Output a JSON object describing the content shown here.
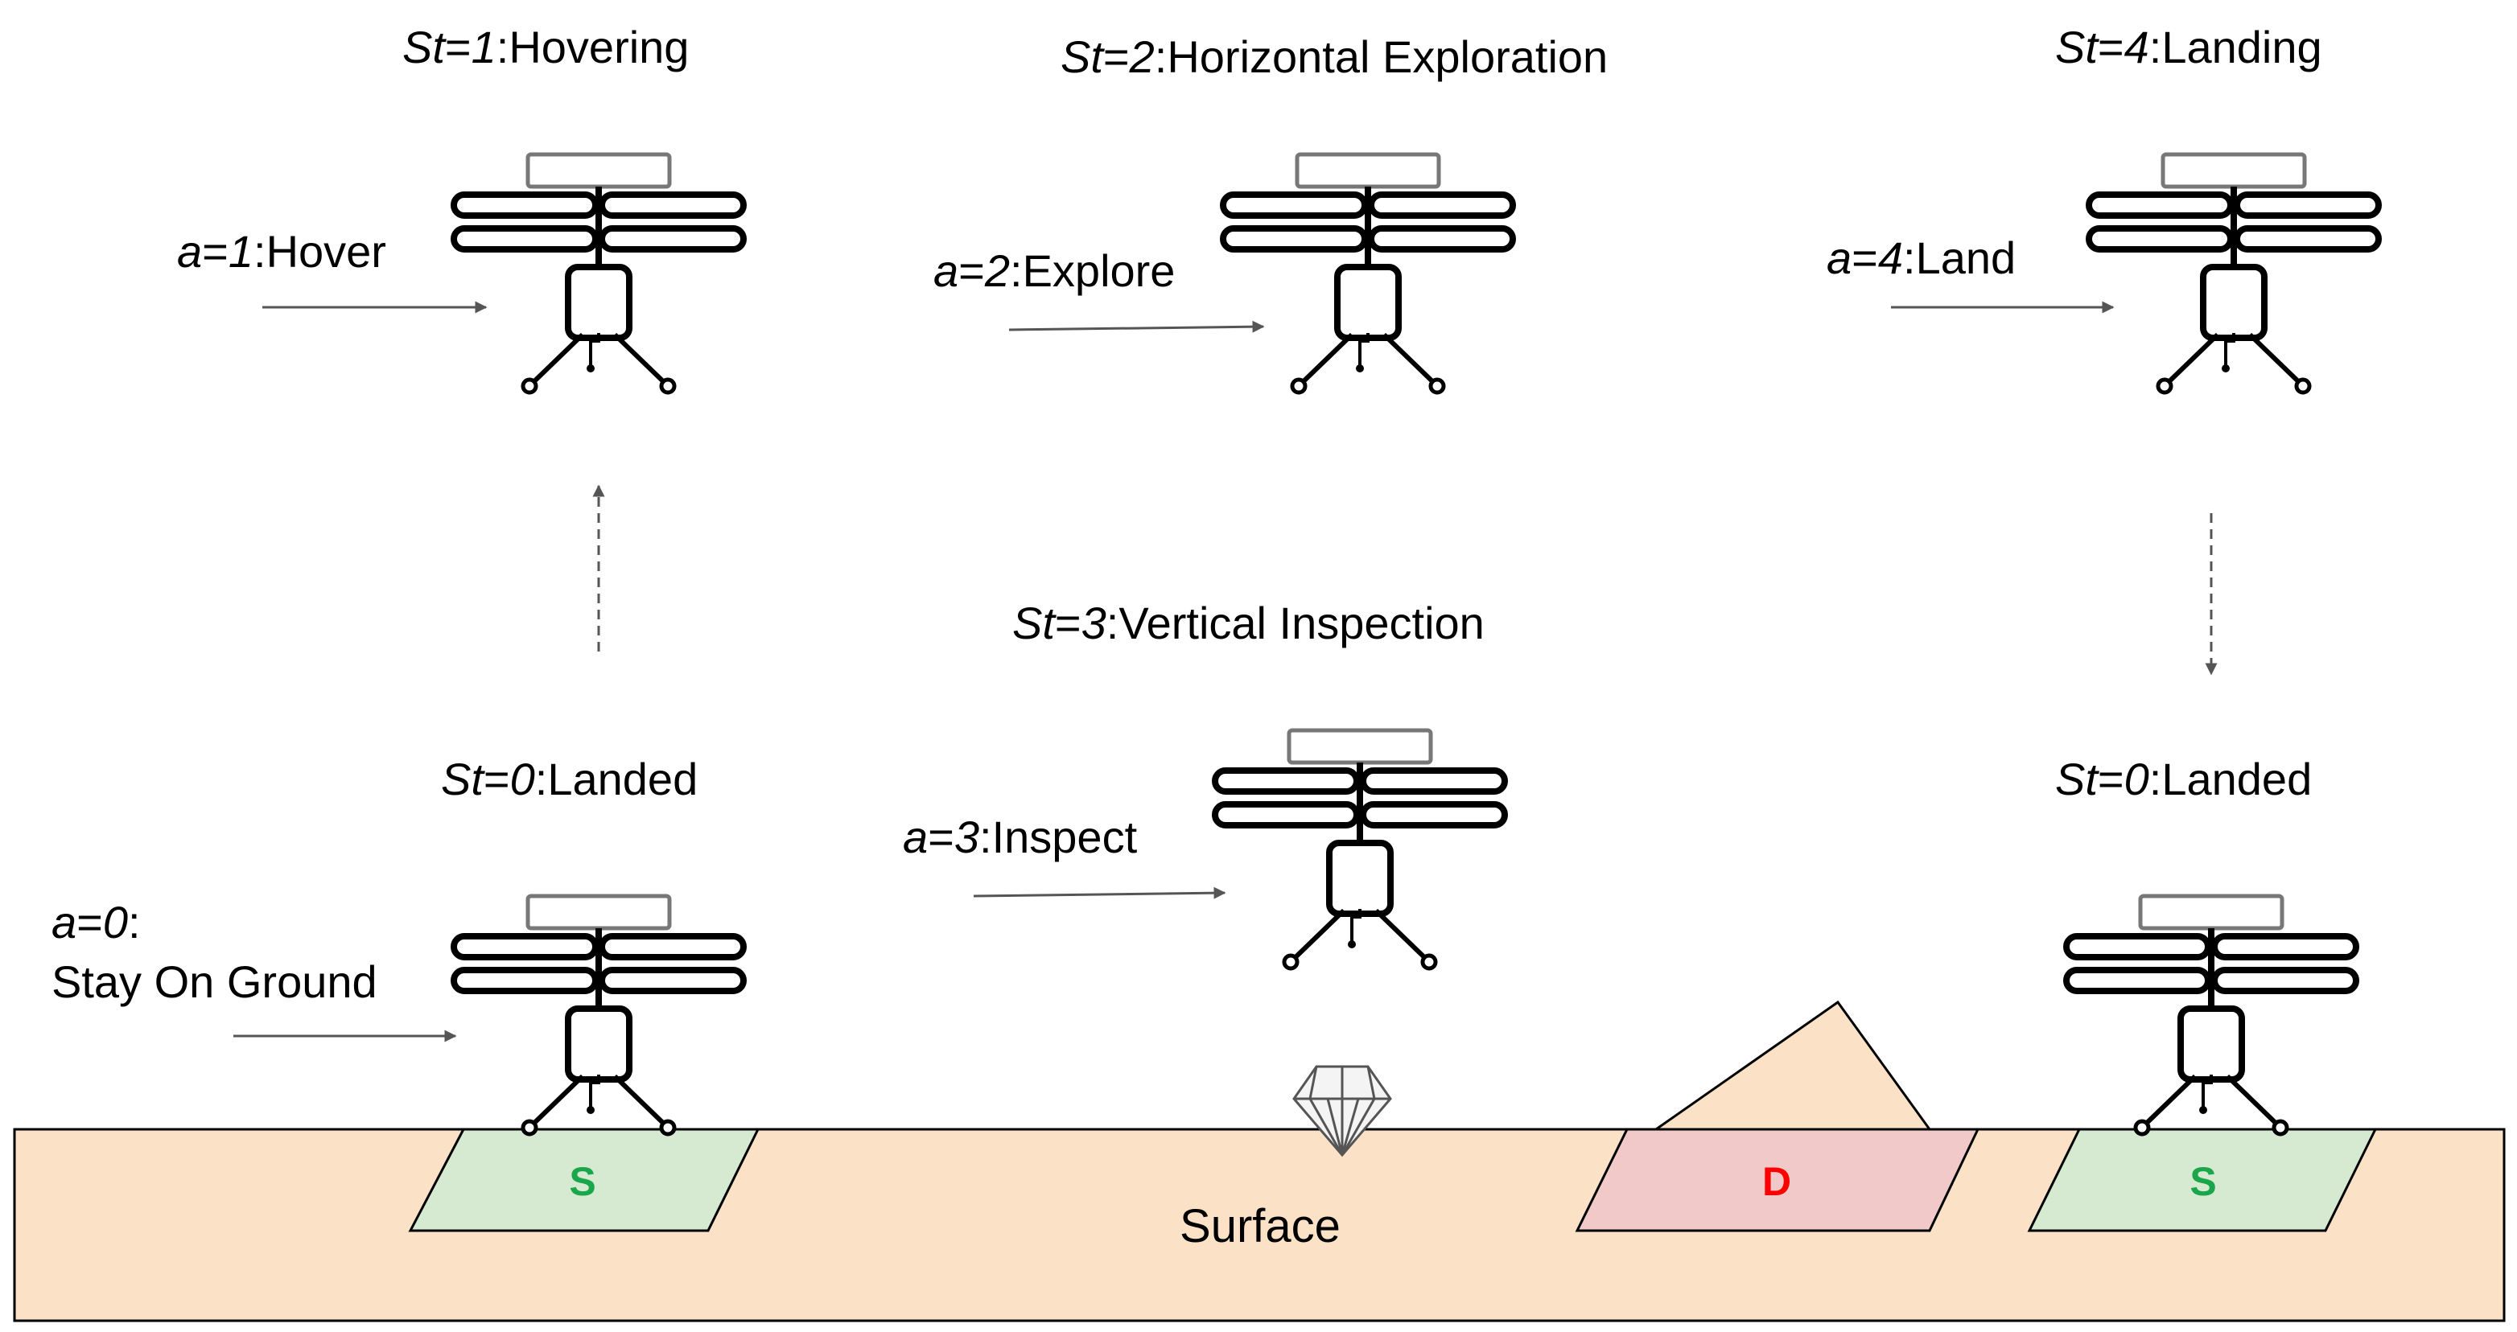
{
  "states": [
    {
      "sym": "St",
      "val": "1",
      "name": "Hovering"
    },
    {
      "sym": "St",
      "val": "2",
      "name": "Horizontal Exploration"
    },
    {
      "sym": "St",
      "val": "4",
      "name": "Landing"
    },
    {
      "sym": "St",
      "val": "3",
      "name": "Vertical Inspection"
    },
    {
      "sym": "St",
      "val": "0",
      "name": "Landed"
    },
    {
      "sym": "St",
      "val": "0",
      "name": "Landed"
    }
  ],
  "actions": [
    {
      "sym": "a",
      "val": "1",
      "name": "Hover"
    },
    {
      "sym": "a",
      "val": "2",
      "name": "Explore"
    },
    {
      "sym": "a",
      "val": "4",
      "name": "Land"
    },
    {
      "sym": "a",
      "val": "3",
      "name": "Inspect"
    },
    {
      "sym": "a",
      "val": "0",
      "name": "Stay On Ground"
    }
  ],
  "surface": {
    "label": "Surface",
    "pads": [
      {
        "letter": "S",
        "color": "#1aa64a"
      },
      {
        "letter": "D",
        "color": "#ff0000"
      },
      {
        "letter": "S",
        "color": "#1aa64a"
      }
    ]
  },
  "colors": {
    "surface_fill": "#fbe2c6",
    "start_pad_fill": "#d6ead2",
    "destination_pad_fill": "#f2c9c9",
    "rock_fill": "#fbe2c6"
  }
}
